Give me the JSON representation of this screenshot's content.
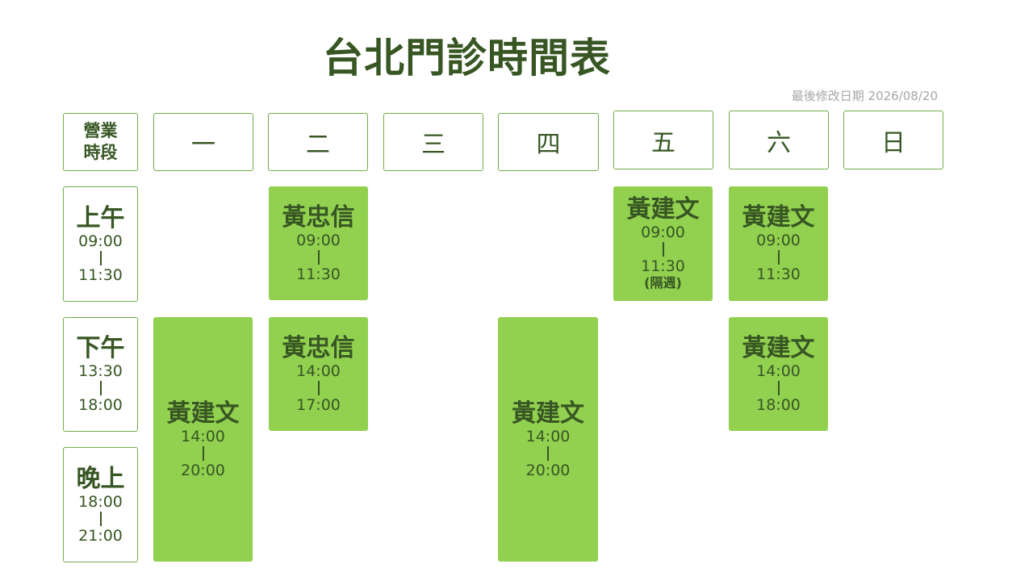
{
  "title": "台北門診時間表",
  "last_updated": "最後修改日期 2026/08/20",
  "corner_label": "營業\n時段",
  "corner_label_line1": "營業",
  "corner_label_line2": "時段",
  "days": [
    "一",
    "二",
    "三",
    "四",
    "五",
    "六",
    "日"
  ],
  "periods": [
    {
      "name": "上午",
      "start": "09:00",
      "end": "11:30"
    },
    {
      "name": "下午",
      "start": "13:30",
      "end": "18:00"
    },
    {
      "name": "晚上",
      "start": "18:00",
      "end": "21:00"
    }
  ],
  "slots": [
    {
      "day": "二",
      "period": "上午",
      "doctor": "黃忠信",
      "start": "09:00",
      "end": "11:30",
      "note": ""
    },
    {
      "day": "五",
      "period": "上午",
      "doctor": "黃建文",
      "start": "09:00",
      "end": "11:30",
      "note": "(隔週)"
    },
    {
      "day": "六",
      "period": "上午",
      "doctor": "黃建文",
      "start": "09:00",
      "end": "11:30",
      "note": ""
    },
    {
      "day": "一",
      "period": "下午-晚上",
      "doctor": "黃建文",
      "start": "14:00",
      "end": "20:00",
      "note": ""
    },
    {
      "day": "二",
      "period": "下午",
      "doctor": "黃忠信",
      "start": "14:00",
      "end": "17:00",
      "note": ""
    },
    {
      "day": "四",
      "period": "下午-晚上",
      "doctor": "黃建文",
      "start": "14:00",
      "end": "20:00",
      "note": ""
    },
    {
      "day": "六",
      "period": "下午",
      "doctor": "黃建文",
      "start": "14:00",
      "end": "18:00",
      "note": ""
    }
  ],
  "colors": {
    "text_dark_green": "#375623",
    "slot_fill": "#92d050",
    "border_green": "#70ad47",
    "updated_gray": "#a6a6a6"
  }
}
